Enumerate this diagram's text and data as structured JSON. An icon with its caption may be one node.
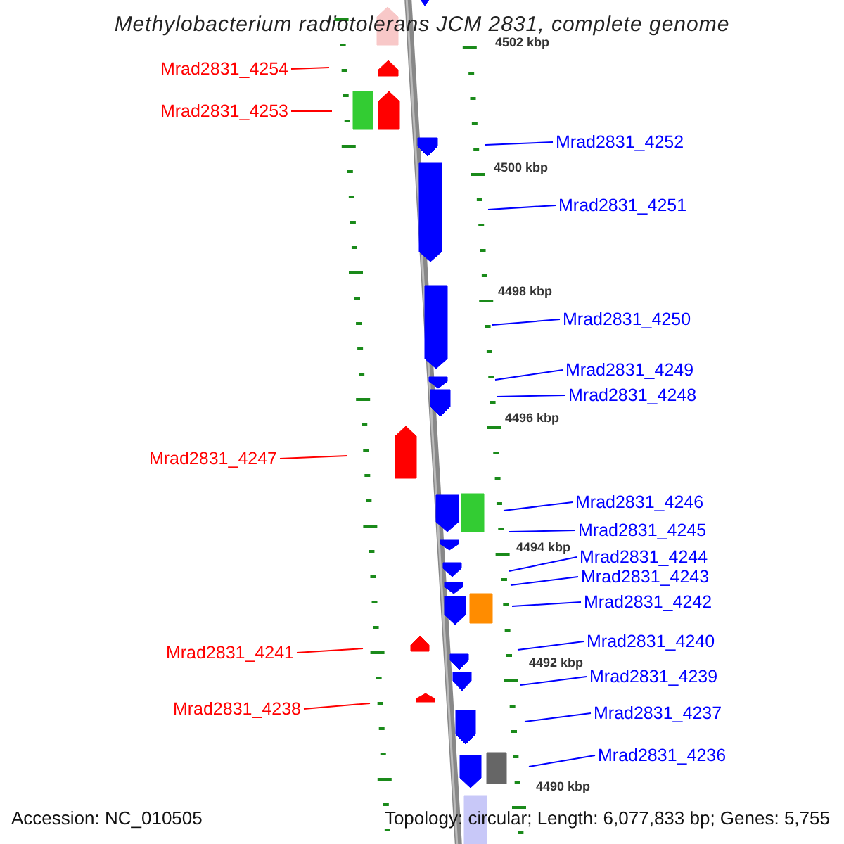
{
  "diagram": {
    "title": "Methylobacterium radiotolerans JCM 2831, complete genome",
    "nodes": [
      {
        "text": [
          "Mrad2831_4254"
        ]
      },
      {
        "text": [
          "Mrad2831_4253"
        ]
      },
      {
        "text": [
          "Mrad2831_4252"
        ]
      },
      {
        "text": [
          "Mrad2831_4251"
        ]
      },
      {
        "text": [
          "Mrad2831_4250"
        ]
      },
      {
        "text": [
          "Mrad2831_4249"
        ]
      },
      {
        "text": [
          "Mrad2831_4248"
        ]
      },
      {
        "text": [
          "Mrad2831_4247"
        ]
      },
      {
        "text": [
          "Mrad2831_4246"
        ]
      },
      {
        "text": [
          "Mrad2831_4245"
        ]
      },
      {
        "text": [
          "Mrad2831_4244"
        ]
      },
      {
        "text": [
          "Mrad2831_4243"
        ]
      },
      {
        "text": [
          "Mrad2831_4242"
        ]
      },
      {
        "text": [
          "Mrad2831_4240"
        ]
      },
      {
        "text": [
          "Mrad2831_4241"
        ]
      },
      {
        "text": [
          "Mrad2831_4239"
        ]
      },
      {
        "text": [
          "Mrad2831_4238"
        ]
      },
      {
        "text": [
          "Mrad2831_4237"
        ]
      },
      {
        "text": [
          "Mrad2831_4236"
        ]
      }
    ],
    "edges": [
      {
        "from": 0,
        "to": null,
        "arrow": "none",
        "color": "#ff0000"
      },
      {
        "from": 1,
        "to": null,
        "arrow": "none",
        "color": "#ff0000"
      },
      {
        "from": 2,
        "to": null,
        "arrow": "none"
      },
      {
        "from": 3,
        "to": null,
        "arrow": "none"
      },
      {
        "from": 4,
        "to": null,
        "arrow": "none"
      },
      {
        "from": 5,
        "to": null,
        "arrow": "none"
      },
      {
        "from": 6,
        "to": null,
        "arrow": "none"
      },
      {
        "from": 7,
        "to": null,
        "arrow": "none",
        "color": "#ff0000"
      },
      {
        "from": 8,
        "to": null,
        "arrow": "none"
      },
      {
        "from": 9,
        "to": null,
        "arrow": "none"
      },
      {
        "from": 10,
        "to": null,
        "arrow": "none"
      },
      {
        "from": 11,
        "to": null,
        "arrow": "none"
      },
      {
        "from": 12,
        "to": null,
        "arrow": "none"
      },
      {
        "from": 13,
        "to": null,
        "arrow": "none"
      },
      {
        "from": 14,
        "to": null,
        "arrow": "none",
        "color": "#ff0000"
      },
      {
        "from": 15,
        "to": null,
        "arrow": "none"
      },
      {
        "from": 16,
        "to": null,
        "arrow": "none",
        "color": "#ff0000"
      },
      {
        "from": 17,
        "to": null,
        "arrow": "none"
      },
      {
        "from": 18,
        "to": null,
        "arrow": "none"
      }
    ],
    "labels": [
      "4502 kbp",
      "4500 kbp",
      "4498 kbp",
      "4496 kbp",
      "4494 kbp",
      "4492 kbp",
      "4490 kbp",
      "Accession: NC_010505",
      "Topology: circular; Length: 6,077,833 bp; Genes: 5,755"
    ]
  }
}
